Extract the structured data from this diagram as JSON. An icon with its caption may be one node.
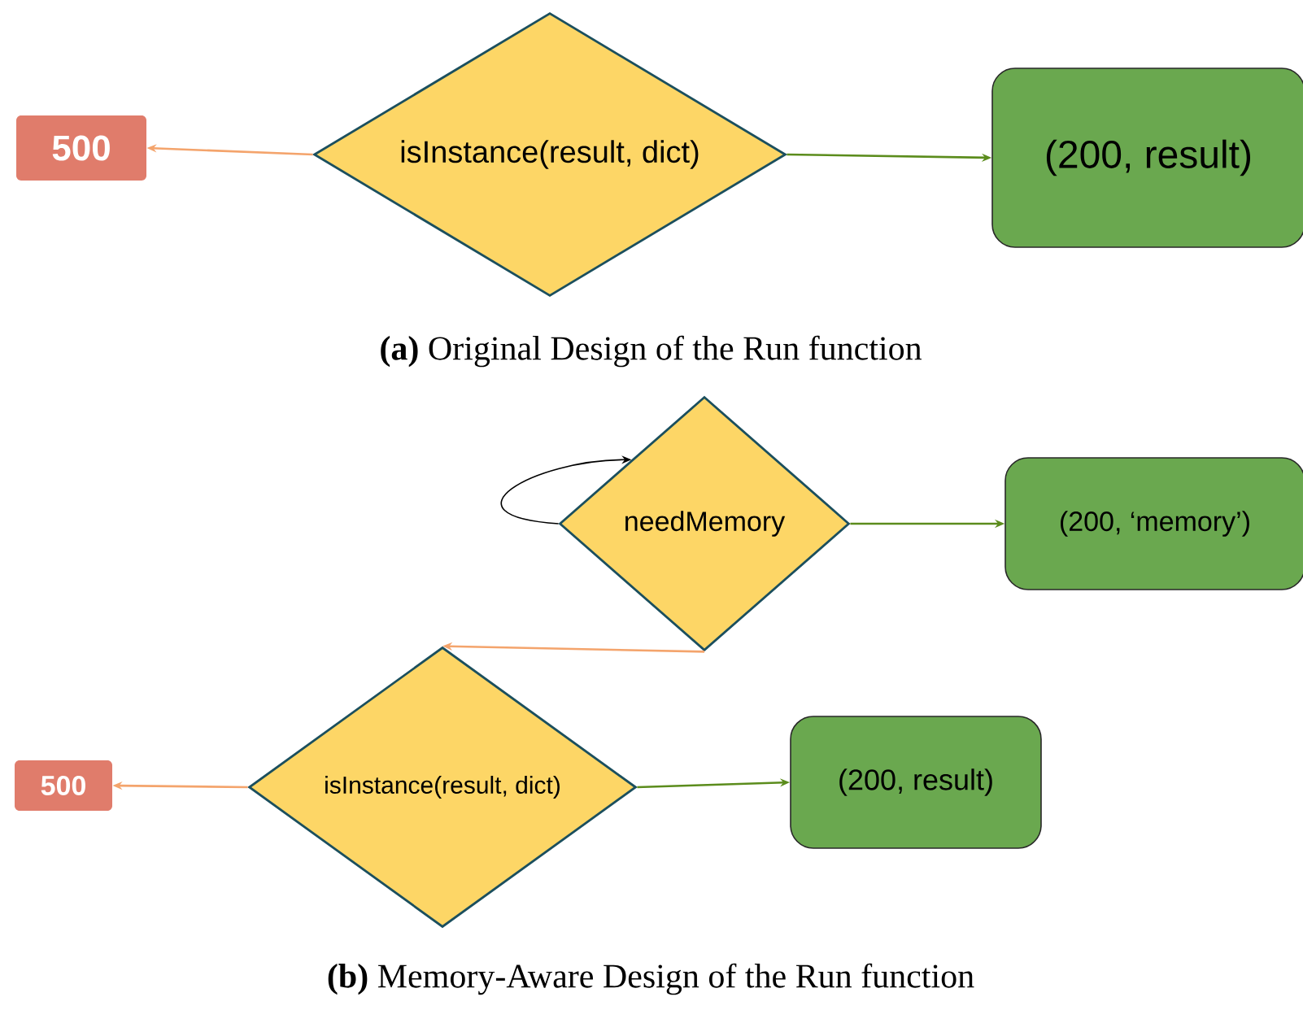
{
  "diagram": {
    "nodes": [
      {
        "text": [
          "isInstance(result, dict)"
        ]
      },
      {
        "text": [
          "500"
        ]
      },
      {
        "text": [
          "(200, result)"
        ]
      },
      {
        "text": [
          "needMemory"
        ]
      },
      {
        "text": [
          "(200, ‘memory’)"
        ]
      },
      {
        "text": [
          "isInstance(result, dict)"
        ]
      },
      {
        "text": [
          "500"
        ]
      },
      {
        "text": [
          "(200, result)"
        ]
      }
    ],
    "edges": [
      {
        "from": 0,
        "to": 1,
        "arrow": "to",
        "color": "#f4a46c"
      },
      {
        "from": 0,
        "to": 2,
        "arrow": "to",
        "color": "#5b8c1c"
      },
      {
        "from": 3,
        "to": 3,
        "arrow": "to",
        "color": "#000000"
      },
      {
        "from": 3,
        "to": 4,
        "arrow": "to",
        "color": "#5b8c1c"
      },
      {
        "from": 3,
        "to": 5,
        "arrow": "to",
        "color": "#f4a46c"
      },
      {
        "from": 5,
        "to": 6,
        "arrow": "to",
        "color": "#f4a46c"
      },
      {
        "from": 5,
        "to": 7,
        "arrow": "to",
        "color": "#5b8c1c"
      }
    ],
    "labels": [
      "**(a)** Original Design of the Run function",
      "**(b)** Memory-Aware Design of the Run function"
    ]
  }
}
